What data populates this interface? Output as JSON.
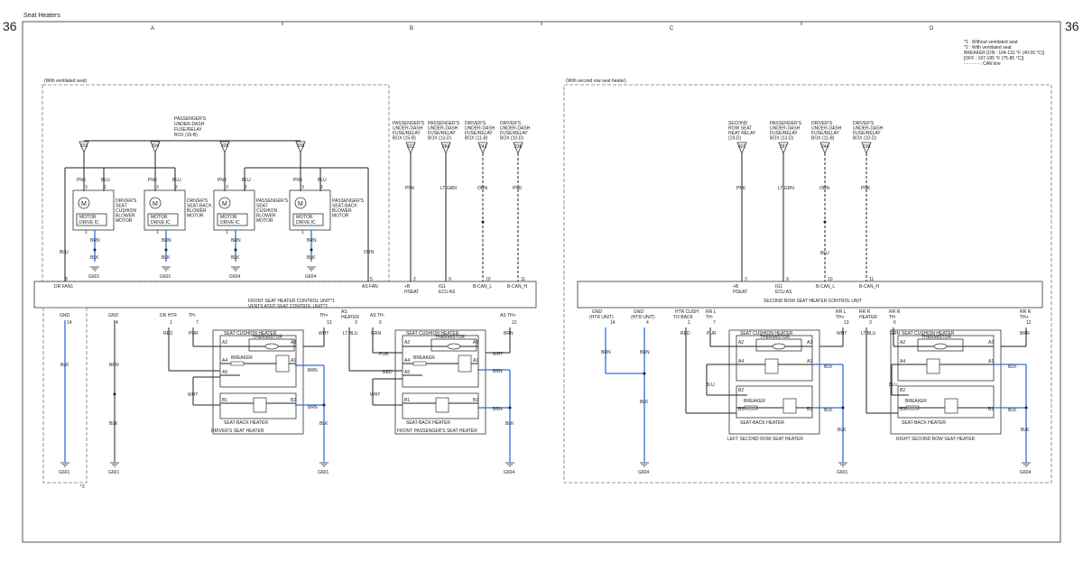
{
  "page": {
    "title": "Seat Heaters",
    "page_number": "36",
    "grid": [
      "A",
      "B",
      "C",
      "D"
    ]
  },
  "legend": {
    "l1": "*1 : Without ventilated seat",
    "l2": "*2 : With ventilated seat",
    "l3": "BREAKER    [ON : 104-131 °F (40-55 °C)]",
    "l4": "                  [OFF : 167-185 °F (75-85 °C)]",
    "l5": "- - - - - - : CAN line"
  },
  "left": {
    "vent_label": "(With ventilated seat)",
    "fusebox_label": [
      "PASSENGER'S",
      "UNDER-DASH",
      "FUSE/RELAY",
      "BOX (15-B)"
    ],
    "fuses": [
      "333",
      "334",
      "335",
      "336"
    ],
    "motor_ic": [
      "MOTOR",
      "DRIVE IC"
    ],
    "motor_names": [
      [
        "DRIVER'S",
        "SEAT",
        "CUSHION",
        "BLOWER",
        "MOTOR"
      ],
      [
        "DRIVER'S",
        "SEAT-BACK",
        "BLOWER",
        "MOTOR"
      ],
      [
        "PASSENGER'S",
        "SEAT",
        "CUSHION",
        "BLOWER",
        "MOTOR"
      ],
      [
        "PASSENGER'S",
        "SEAT-BACK",
        "BLOWER",
        "MOTOR"
      ]
    ],
    "pin_pnk": "PNK",
    "pin_blu": "BLU",
    "pin_brn": "BRN",
    "pin_blk": "BLK",
    "pin_orn": "ORN",
    "grounds": [
      "G601",
      "G601",
      "G604",
      "G604"
    ],
    "n1": "1",
    "n2": "2",
    "n3": "3",
    "upper_fuse_labels": [
      [
        "PASSENGER'S",
        "UNDER-DASH",
        "FUSE/RELAY",
        "BOX (15-B)"
      ],
      [
        "PASSENGER'S",
        "UNDER-DASH",
        "FUSE/RELAY",
        "BOX (13-D)"
      ],
      [
        "DRIVER'S",
        "UNDER-DASH",
        "FUSE/RELAY",
        "BOX (11-B)"
      ],
      [
        "DRIVER'S",
        "UNDER-DASH",
        "FUSE/RELAY",
        "BOX (10-D)"
      ]
    ],
    "upper_fuses": [
      "332",
      "284",
      "243",
      "238"
    ],
    "upper_wires": [
      "PNK",
      "LT GRN",
      "ORN",
      "PNK"
    ],
    "unit_pins_top": [
      "8",
      "5",
      "2",
      "9",
      "10",
      "11"
    ],
    "unit_labels_top": [
      "DR FAN1",
      "AS FAN",
      "+B",
      "HSEAT",
      "IG1",
      "ECU AS",
      "B-CAN_L",
      "B-CAN_H"
    ],
    "unit_name_1": "FRONT SEAT HEATER CONTROL UNIT*1",
    "unit_name_2": "VENTILATED SEAT CONTROL UNIT*2",
    "unit_pins_bottom": [
      "14",
      "4",
      "1",
      "7",
      "13",
      "3",
      "6",
      "12"
    ],
    "unit_labels_bottom": [
      "GND",
      "GND",
      "DR HTR",
      "TH-",
      "TH+",
      "AS",
      "HEATER",
      "LT BLU",
      "AS TH-",
      "AS TH+"
    ],
    "cushion_heater": "SEAT CUSHION HEATER",
    "thermistor": "THERMISTOR",
    "breaker": "BREAKER",
    "seatback_heater": "SEAT-BACK HEATER",
    "driver_heater": "DRIVER'S SEAT HEATER",
    "pass_heater": "FRONT PASSENGER'S SEAT HEATER",
    "pins_a": [
      "A2",
      "A3",
      "A4",
      "A1",
      "A5",
      "B1",
      "B2"
    ],
    "wires_b": [
      "RED",
      "PUR",
      "WHT",
      "BRN",
      "BLK",
      "GRN"
    ],
    "bottom_grounds": [
      "G601",
      "G601",
      "G601",
      "G604"
    ],
    "star2": "*2"
  },
  "right": {
    "label": "(With second row seat heater)",
    "fuse_labels": [
      [
        "SECOND",
        "ROW SEAT",
        "HEAT RELAY",
        "(19-D)"
      ],
      [
        "PASSENGER'S",
        "UNDER-DASH",
        "FUSE/RELAY",
        "BOX (13-D)"
      ],
      [
        "DRIVER'S",
        "UNDER-DASH",
        "FUSE/RELAY",
        "BOX (11-B)"
      ],
      [
        "DRIVER'S",
        "UNDER-DASH",
        "FUSE/RELAY",
        "BOX (10-D)"
      ]
    ],
    "fuses": [
      "401",
      "287",
      "244",
      "238"
    ],
    "wires": [
      "PNK",
      "LT GRN",
      "ORN",
      "PNK"
    ],
    "blu": "BLU",
    "unit_pins_top": [
      "2",
      "9",
      "10",
      "11"
    ],
    "unit_labels_top": [
      "+B",
      "HSEAT",
      "IG1",
      "ECU AS",
      "B-CAN_L",
      "B-CAN_H"
    ],
    "unit_name": "SECOND ROW SEAT HEATER CONTROL UNIT",
    "unit_pins_bottom": [
      "14",
      "4",
      "1",
      "7",
      "13",
      "3",
      "6",
      "12"
    ],
    "unit_labels_bottom": [
      "GND",
      "(HTR UNIT)",
      "GND",
      "(HTR UNIT)",
      "HTR CUSH",
      "TO BACK",
      "RR L",
      "TH-",
      "RR L",
      "TH+",
      "RR R",
      "HEATER",
      "RR R",
      "TH-",
      "RR R",
      "TH+"
    ],
    "left_heater": "LEFT SECOND ROW SEAT HEATER",
    "right_heater": "RIGHT SECOND ROW SEAT HEATER",
    "pins": [
      "A2",
      "A3",
      "A4",
      "A1",
      "B2",
      "B3",
      "B1"
    ],
    "grounds": [
      "G604",
      "G601",
      "G604"
    ]
  }
}
